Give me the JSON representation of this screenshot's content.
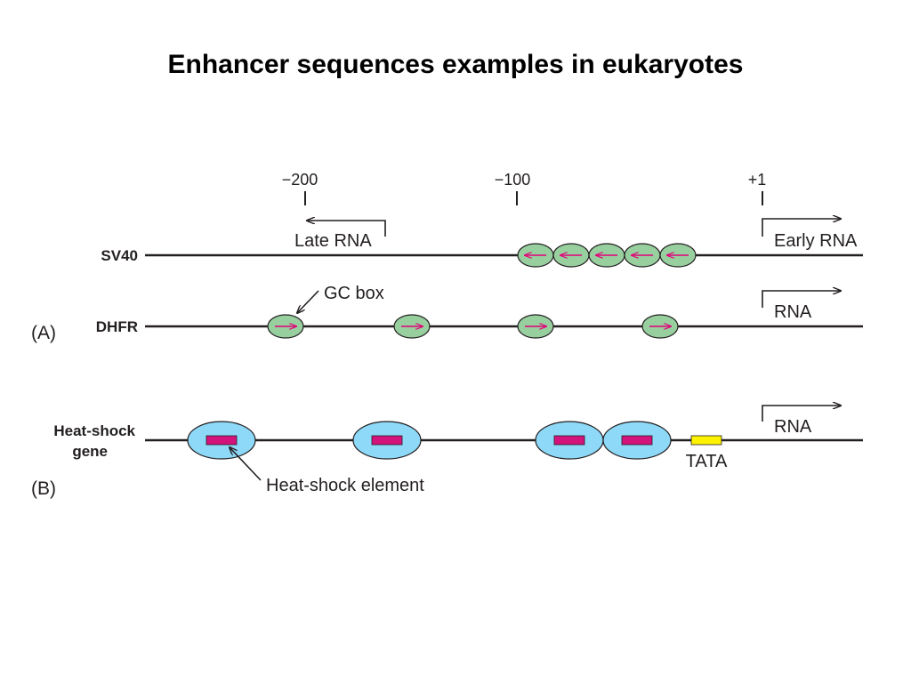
{
  "title": "Enhancer sequences examples in eukaryotes",
  "colors": {
    "gc_box_fill": "#97cf9f",
    "gc_arrow": "#e2007a",
    "hse_oval_fill": "#8ed8f8",
    "hse_rect": "#d4127c",
    "tata_fill": "#fff200",
    "line": "#231f20"
  },
  "positions": {
    "minus200": "−200",
    "minus100": "−100",
    "plus1": "+1"
  },
  "panel_a": {
    "label": "(A)",
    "sv40": {
      "gene_label": "SV40",
      "late_rna": "Late RNA",
      "early_rna": "Early RNA",
      "gc_box_count": 5,
      "gc_box_direction": "left"
    },
    "dhfr": {
      "gene_label": "DHFR",
      "gc_box_callout": "GC box",
      "rna": "RNA",
      "gc_box_count": 4,
      "gc_box_direction": "right"
    }
  },
  "panel_b": {
    "label": "(B)",
    "gene_label_line1": "Heat-shock",
    "gene_label_line2": "gene",
    "element_callout": "Heat-shock element",
    "tata": "TATA",
    "rna": "RNA",
    "element_count": 4
  }
}
